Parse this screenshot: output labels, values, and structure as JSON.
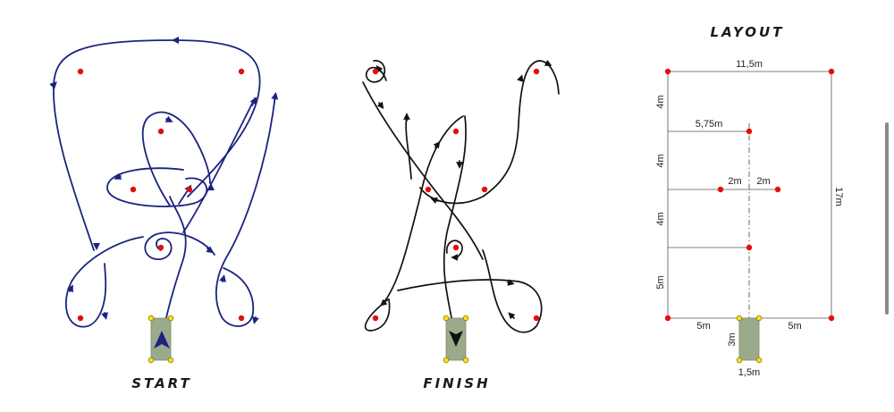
{
  "panels": {
    "start_label": "START",
    "finish_label": "FINISH",
    "layout_title": "LAYOUT"
  },
  "dimensions": {
    "width": "11,5m",
    "length": "17m",
    "offset": "5,75m",
    "seg1": "4m",
    "seg2": "4m",
    "seg3": "4m",
    "seg4": "5m",
    "pair_left": "2m",
    "pair_right": "2m",
    "base_left": "5m",
    "base_right": "5m",
    "box_depth": "3m",
    "box_width": "1,5m"
  },
  "colors": {
    "start_path": "#1a237e",
    "finish_path": "#111111",
    "marker": "#e01010",
    "start_box": "#9aaa8a",
    "box_corner": "#ffe21a"
  }
}
